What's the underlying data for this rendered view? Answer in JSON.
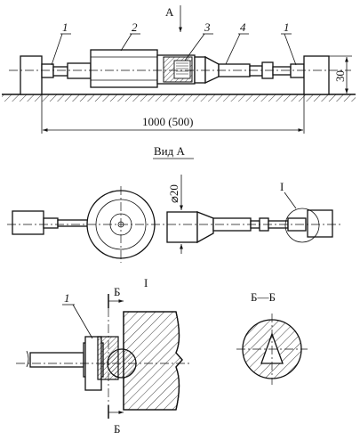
{
  "view_main": {
    "arrow_label": "А",
    "callouts": [
      "1",
      "2",
      "3",
      "4",
      "1"
    ],
    "height_dim": "30",
    "length_dim": "1000 (500)"
  },
  "view_a": {
    "title": "Вид А",
    "diameter_dim": "⌀20",
    "detail_marker": "I"
  },
  "detail": {
    "title": "I",
    "callout": "1",
    "section_mark_top": "Б",
    "section_mark_bottom": "Б"
  },
  "section": {
    "title": "Б—Б"
  }
}
